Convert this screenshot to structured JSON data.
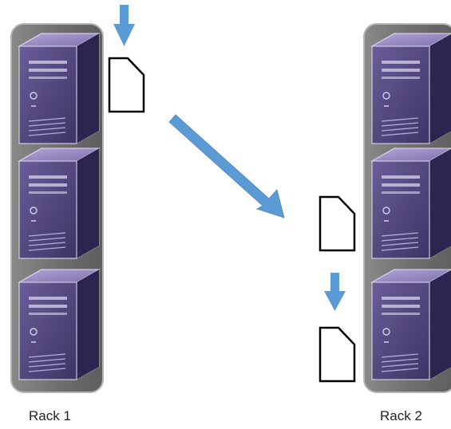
{
  "racks": [
    {
      "label": "Rack 1",
      "servers": 3
    },
    {
      "label": "Rack 2",
      "servers": 3
    }
  ],
  "colors": {
    "rack_fill": "#7b7b7b",
    "rack_edge": "#a7a7a7",
    "server_front": "#4e4476",
    "server_side": "#2f2850",
    "server_top": "#8c7fb8",
    "arrow": "#5b9bd5",
    "file_stroke": "#000000"
  },
  "icons": [
    "server-icon",
    "file-icon",
    "arrow-down-icon",
    "arrow-diagonal-icon"
  ]
}
